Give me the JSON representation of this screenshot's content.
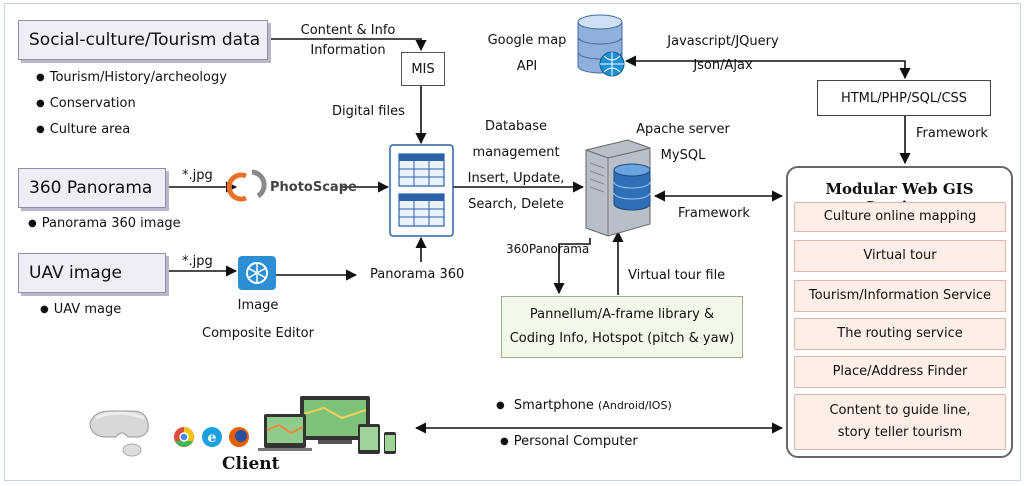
{
  "sources": {
    "social": {
      "title": "Social-culture/Tourism data",
      "bullets": [
        "Tourism/History/archeology",
        "Conservation",
        "Culture area"
      ]
    },
    "panorama": {
      "title": "360 Panorama",
      "bullet": "Panorama 360 image"
    },
    "uav": {
      "title": "UAV image",
      "bullet": "UAV mage"
    }
  },
  "labels": {
    "content_info": "Content & Info",
    "information": "Information",
    "mis": "MIS",
    "digital_files": "Digital files",
    "jpg1": "*.jpg",
    "jpg2": "*.jpg",
    "photoscape": "PhotoScape",
    "ice_line1": "Image",
    "ice_line2": "Composite Editor",
    "panorama_360": "Panorama 360",
    "db_mgmt": [
      "Database",
      "management",
      "Insert, Update,",
      "Search, Delete"
    ],
    "google_map": [
      "Google map",
      "API"
    ],
    "js": [
      "Javascript/JQuery",
      "Json/Ajax"
    ],
    "html_php": "HTML/PHP/SQL/CSS",
    "framework_top": "Framework",
    "apache": [
      "Apache server",
      "MySQL"
    ],
    "framework_mid": "Framework",
    "pano360_small": "360Panorama",
    "virtual_tour_file": "Virtual tour file",
    "library": [
      "Pannellum/A-frame library &",
      "Coding Info, Hotspot (pitch & yaw)"
    ],
    "smartphone": "Smartphone",
    "smartphone_os": "(Android/IOS)",
    "pc": "Personal Computer",
    "client": "Client"
  },
  "modular": {
    "title": "Modular Web GIS Services",
    "services": [
      [
        "Culture online mapping"
      ],
      [
        "Virtual tour"
      ],
      [
        "Tourism/Information Service"
      ],
      [
        "The routing service"
      ],
      [
        "Place/Address Finder"
      ],
      [
        "Content to guide line,",
        "story teller tourism"
      ]
    ]
  },
  "icons": {
    "db_table": "table-grid-icon",
    "database": "database-globe-icon",
    "server": "server-database-icon",
    "photoscape": "photoscape-logo-icon",
    "ice": "image-composite-editor-icon",
    "vr": "vr-headset-icon",
    "browsers": "browser-icons",
    "devices": "devices-map-icon"
  }
}
